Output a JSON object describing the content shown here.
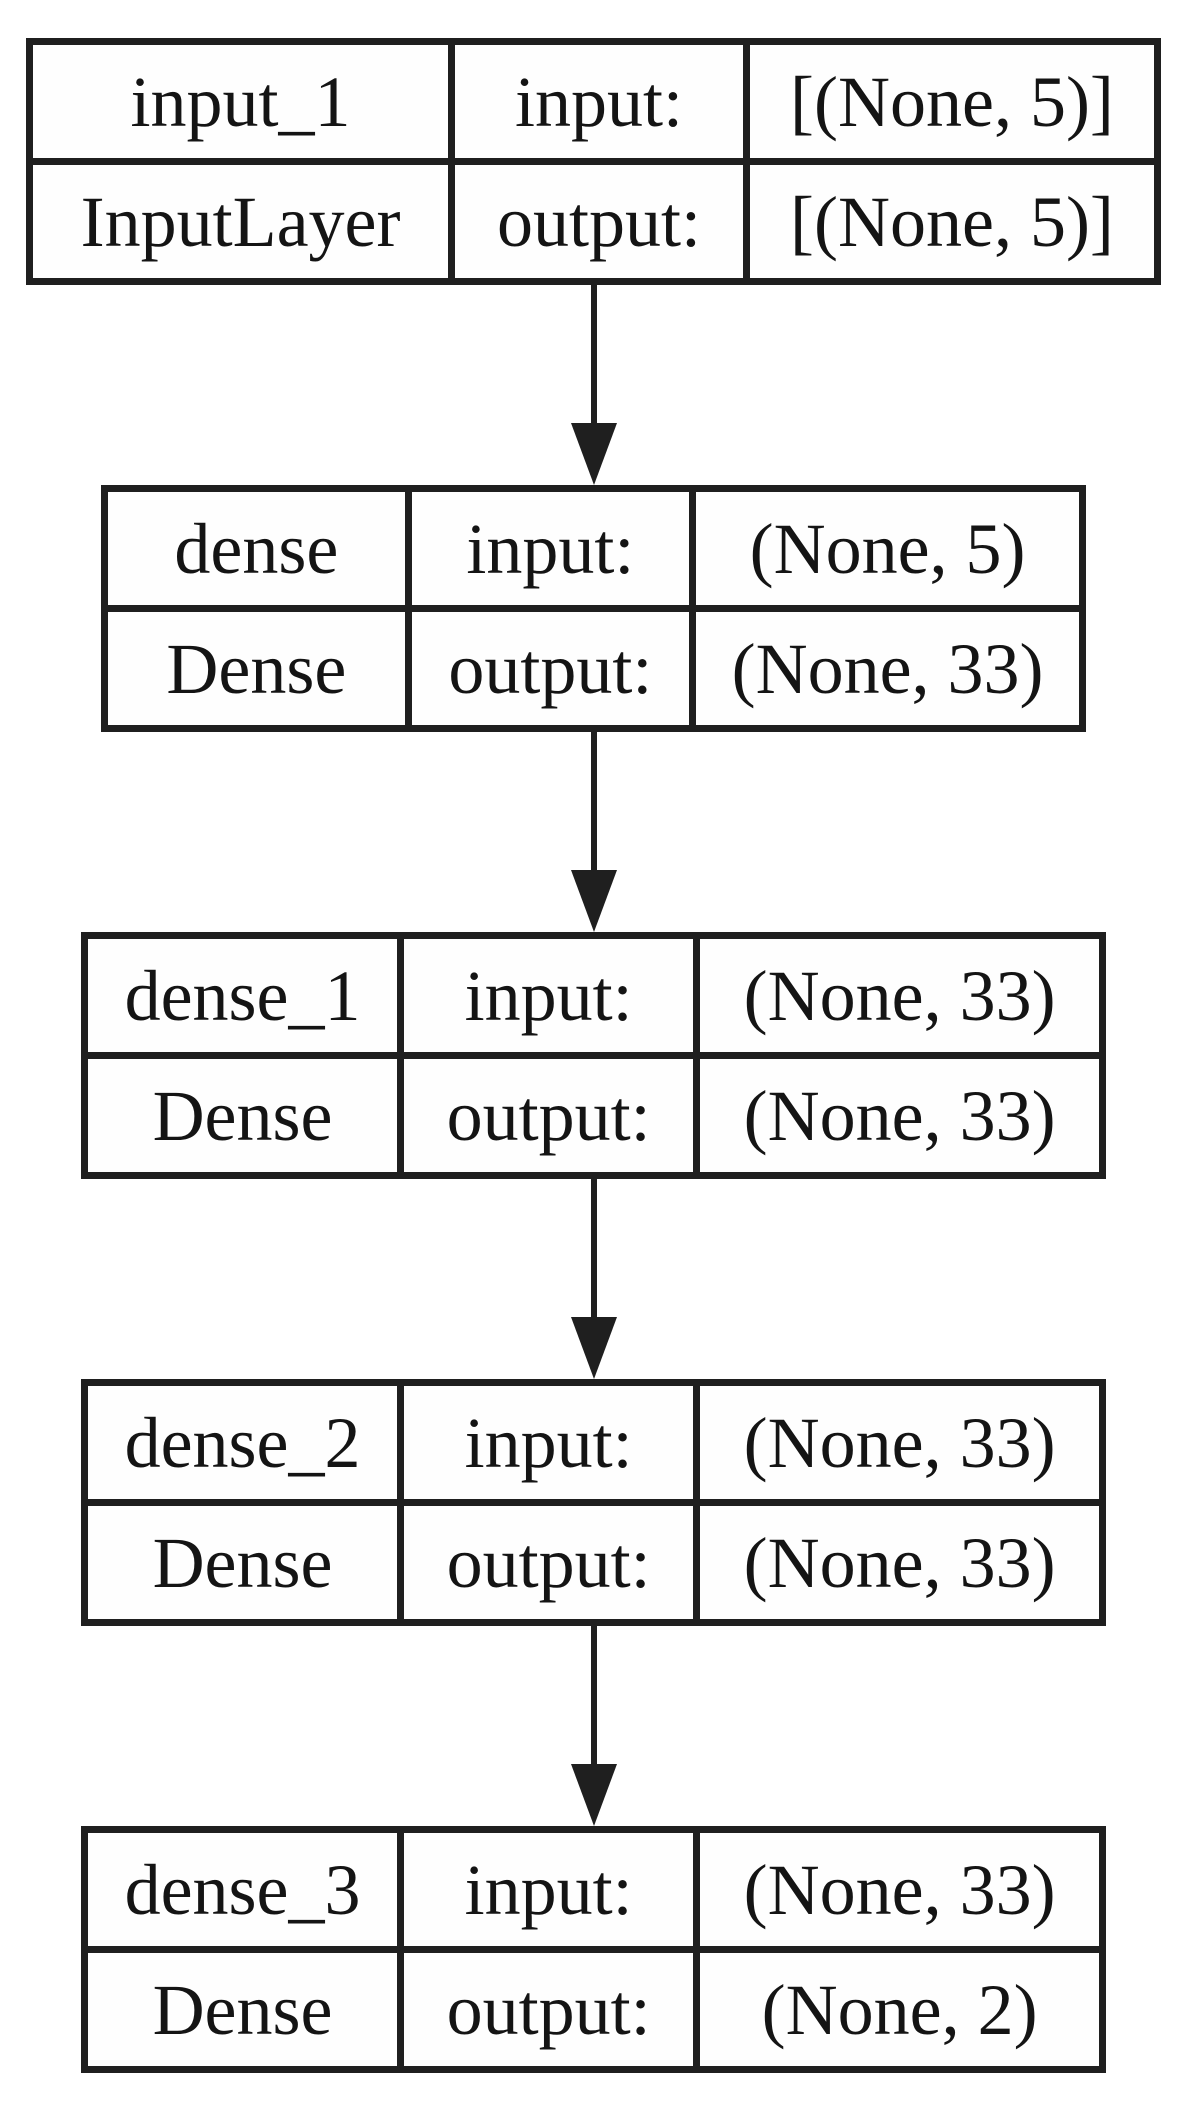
{
  "diagram": {
    "kind": "keras-model-plot",
    "colors": {
      "line": "#1f1f1f",
      "text": "#141414",
      "bg": "#ffffff",
      "cell": "#fefefe"
    },
    "layers": [
      {
        "name": "input_1",
        "class_name": "InputLayer",
        "input_label": "input:",
        "output_label": "output:",
        "input_shape": "[(None, 5)]",
        "output_shape": "[(None, 5)]"
      },
      {
        "name": "dense",
        "class_name": "Dense",
        "input_label": "input:",
        "output_label": "output:",
        "input_shape": "(None, 5)",
        "output_shape": "(None, 33)"
      },
      {
        "name": "dense_1",
        "class_name": "Dense",
        "input_label": "input:",
        "output_label": "output:",
        "input_shape": "(None, 33)",
        "output_shape": "(None, 33)"
      },
      {
        "name": "dense_2",
        "class_name": "Dense",
        "input_label": "input:",
        "output_label": "output:",
        "input_shape": "(None, 33)",
        "output_shape": "(None, 33)"
      },
      {
        "name": "dense_3",
        "class_name": "Dense",
        "input_label": "input:",
        "output_label": "output:",
        "input_shape": "(None, 33)",
        "output_shape": "(None, 2)"
      }
    ]
  }
}
